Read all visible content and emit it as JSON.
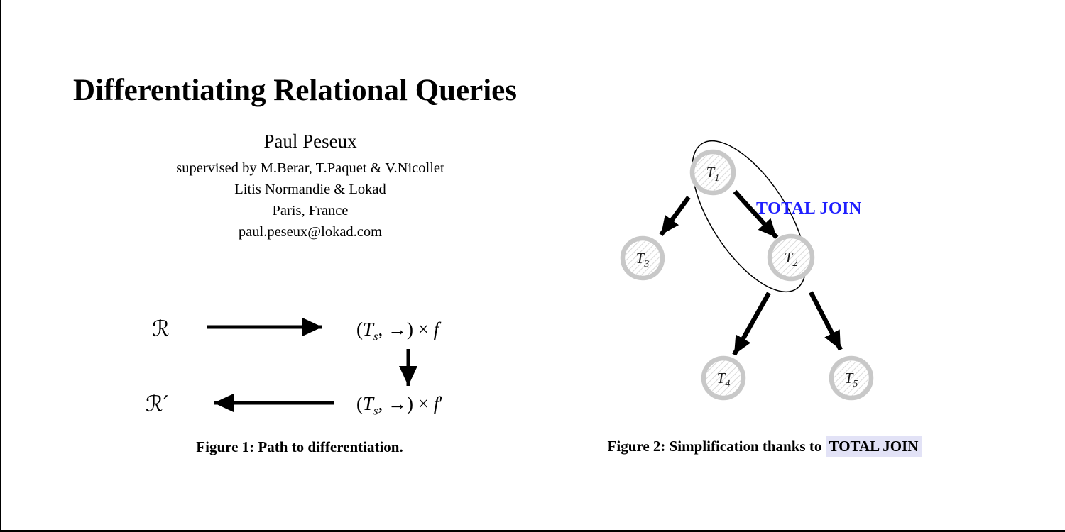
{
  "page": {
    "title": "Differentiating Relational Queries",
    "author": {
      "name": "Paul Peseux",
      "supervised": "supervised by M.Berar, T.Paquet & V.Nicollet",
      "affiliation": "Litis Normandie & Lokad",
      "location": "Paris, France",
      "email": "paul.peseux@lokad.com"
    }
  },
  "figure1": {
    "caption": "Figure 1: Path to differentiation.",
    "r": "ℛ",
    "r_prime": "ℛ′",
    "expr": {
      "lparen": "(",
      "T": "T",
      "sub": "s",
      "mid": ", →) × ",
      "f": "f"
    },
    "expr_prime": {
      "lparen": "(",
      "T": "T",
      "sub": "s",
      "mid": ", →) × ",
      "f": "f",
      "prime": "′"
    }
  },
  "figure2": {
    "caption_prefix": "Figure 2: Simplification thanks to ",
    "caption_highlight": "TOTAL JOIN",
    "join_label": "TOTAL JOIN",
    "join_label_color": "#1f1fff",
    "caption_highlight_color": "#e2e2f6",
    "node_ring_color": "#c8c8c8",
    "node_hatch_color": "#d6d6d6",
    "nodes": [
      {
        "id": "T1",
        "letter": "T",
        "sub": "1"
      },
      {
        "id": "T2",
        "letter": "T",
        "sub": "2"
      },
      {
        "id": "T3",
        "letter": "T",
        "sub": "3"
      },
      {
        "id": "T4",
        "letter": "T",
        "sub": "4"
      },
      {
        "id": "T5",
        "letter": "T",
        "sub": "5"
      }
    ]
  }
}
